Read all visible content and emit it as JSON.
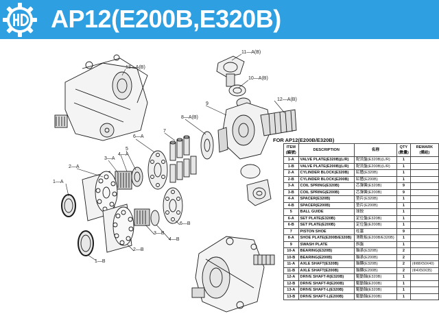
{
  "header": {
    "title": "AP12(E200B,E320B)",
    "brand_color": "#2e9fe0"
  },
  "callouts": [
    {
      "id": "13a",
      "text": "13—A(B)"
    },
    {
      "id": "11a",
      "text": "11—A(B)"
    },
    {
      "id": "10a",
      "text": "10—A(B)"
    },
    {
      "id": "12a",
      "text": "12—A(B)"
    },
    {
      "id": "9",
      "text": "9"
    },
    {
      "id": "8a",
      "text": "8—A(B)"
    },
    {
      "id": "7",
      "text": "7"
    },
    {
      "id": "6a",
      "text": "6—A"
    },
    {
      "id": "5",
      "text": "5"
    },
    {
      "id": "4a",
      "text": "4—A"
    },
    {
      "id": "3a",
      "text": "3—A"
    },
    {
      "id": "2a",
      "text": "2—A"
    },
    {
      "id": "1a",
      "text": "1—A"
    },
    {
      "id": "1b",
      "text": "1—B"
    },
    {
      "id": "2b",
      "text": "2—B"
    },
    {
      "id": "3b",
      "text": "3—B"
    },
    {
      "id": "4b",
      "text": "4—B"
    },
    {
      "id": "6b",
      "text": "6—B"
    }
  ],
  "table": {
    "caption": "FOR AP12(E200B/E320B)",
    "headers": [
      "ITEM\n(編號)",
      "DESCRIPTION",
      "名称",
      "QTY\n(數量)",
      "REMARK\n(備註)"
    ],
    "rows": [
      [
        "1-A",
        "VALVE PLATE(E320B)(L/R)",
        "配流盤(E320B)(L/R)",
        "1",
        ""
      ],
      [
        "1-B",
        "VALVE PLATE(E200B)(L/R)",
        "配流盤(E200B)(L/R)",
        "1",
        ""
      ],
      [
        "2-A",
        "CYLINDER BLOCK(E320B)",
        "缸體(E320B)",
        "1",
        ""
      ],
      [
        "2-B",
        "CYLINDER BLOCK(E200B)",
        "缸體(E200B)",
        "1",
        ""
      ],
      [
        "3-A",
        "COIL SPRING(E320B)",
        "芯彈簧(E320B)",
        "9",
        ""
      ],
      [
        "3-B",
        "COIL SPRING(E200B)",
        "芯彈簧(E200B)",
        "9",
        ""
      ],
      [
        "4-A",
        "SPACER(E320B)",
        "垫片(E320B)",
        "1",
        ""
      ],
      [
        "4-B",
        "SPACER(E200B)",
        "垫片(E200B)",
        "1",
        ""
      ],
      [
        "5",
        "BALL GUIDE",
        "球鉸",
        "1",
        ""
      ],
      [
        "6-A",
        "SET PLATE(E320B)",
        "定位盤(E320B)",
        "1",
        ""
      ],
      [
        "6-B",
        "SET PLATE(E200B)",
        "定位盤(E200B)",
        "1",
        ""
      ],
      [
        "7",
        "PISTON SHOE",
        "柱塞",
        "9",
        ""
      ],
      [
        "8-A",
        "SHOE PLATE(E200B/E320B)",
        "滑靴板(E200B/E320B)",
        "1",
        ""
      ],
      [
        "9",
        "SWASH PLATE",
        "斜盤",
        "1",
        ""
      ],
      [
        "10-A",
        "BEARING(E320B)",
        "軸承(E320B)",
        "2",
        ""
      ],
      [
        "10-B",
        "BEARING(E200B)",
        "軸承(E200B)",
        "2",
        ""
      ],
      [
        "11-A",
        "AXLE SHAFT(E320B)",
        "軸轉(E320B)",
        "2",
        "(Φ88X50X40)"
      ],
      [
        "11-B",
        "AXLE SHAFT(E200B)",
        "軸轉(E200B)",
        "2",
        "(Φ4X50X35)"
      ],
      [
        "12-A",
        "DRIVE SHAFT-R(E320B)",
        "驅動軸(E320B)",
        "1",
        ""
      ],
      [
        "12-B",
        "DRIVE SHAFT-R(E200B)",
        "驅動軸(E200B)",
        "1",
        ""
      ],
      [
        "13-A",
        "DRIVE SHAFT-L(E320B)",
        "驅動軸(E320B)",
        "1",
        ""
      ],
      [
        "13-B",
        "DRIVE SHAFT-L(E200B)",
        "驅動軸(E200B)",
        "1",
        ""
      ]
    ]
  }
}
